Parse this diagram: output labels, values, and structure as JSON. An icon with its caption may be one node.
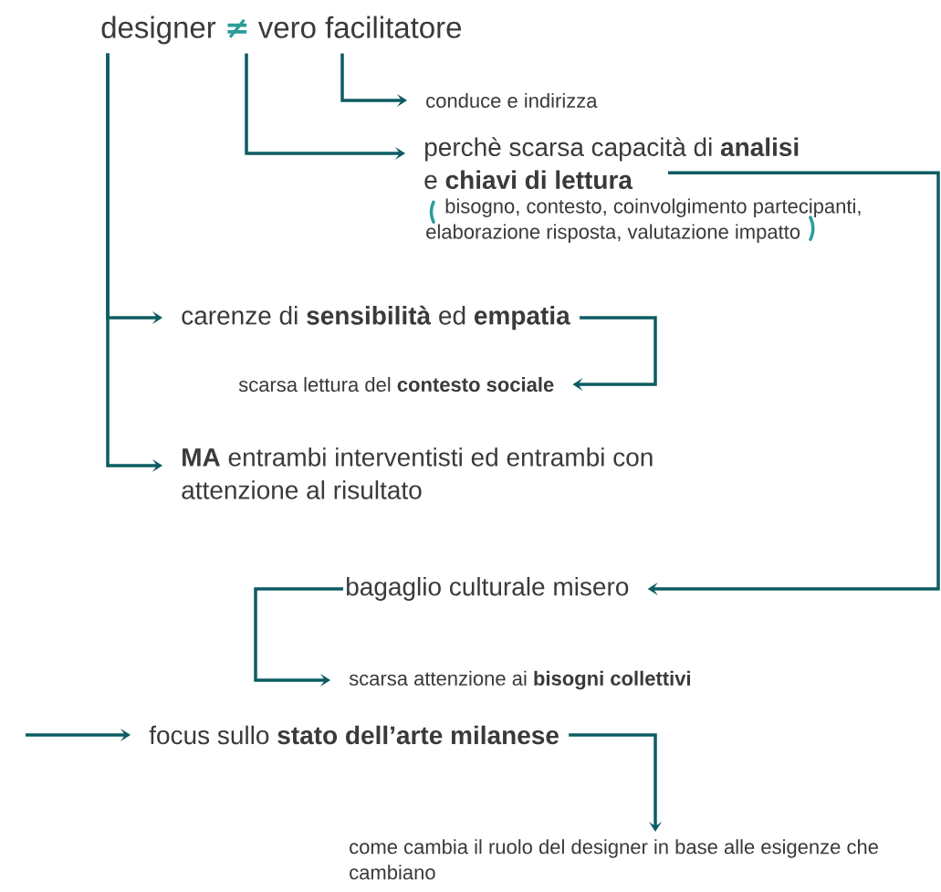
{
  "diagram": {
    "nodes": [
      {
        "text": [
          "designer",
          "≠",
          "vero facilitatore"
        ]
      },
      {
        "text": [
          "conduce e indirizza"
        ]
      },
      {
        "text": [
          "perchè scarsa capacità di **analisi** e **chiavi di lettura**"
        ],
        "beside": [
          "bisogno, contesto, coinvolgimento partecipanti, elaborazione risposta, valutazione impatto"
        ]
      },
      {
        "text": [
          "carenze di **sensibilità** ed **empatia**"
        ]
      },
      {
        "text": [
          "scarsa lettura del **contesto sociale**"
        ]
      },
      {
        "text": [
          "**MA** entrambi interventisti ed entrambi con attenzione al risultato"
        ]
      },
      {
        "text": [
          "bagaglio culturale misero"
        ]
      },
      {
        "text": [
          "scarsa attenzione ai **bisogni collettivi**"
        ]
      },
      {
        "text": [
          "focus sullo **stato dell’arte milanese**"
        ]
      },
      {
        "text": [
          "come cambia il ruolo del designer in base alle esigenze che cambiano"
        ]
      }
    ],
    "edges": [
      {
        "from": 0,
        "to": 1,
        "arrow": "to"
      },
      {
        "from": 0,
        "to": 2,
        "arrow": "to"
      },
      {
        "from": 0,
        "to": 3,
        "arrow": "to"
      },
      {
        "from": 0,
        "to": 5,
        "arrow": "to"
      },
      {
        "from": 3,
        "to": 4,
        "arrow": "to"
      },
      {
        "from": 2,
        "to": 6,
        "arrow": "to"
      },
      {
        "from": 6,
        "to": 7,
        "arrow": "to"
      },
      {
        "from": null,
        "to": 8,
        "arrow": "to"
      },
      {
        "from": 8,
        "to": 9,
        "arrow": "to"
      }
    ]
  }
}
